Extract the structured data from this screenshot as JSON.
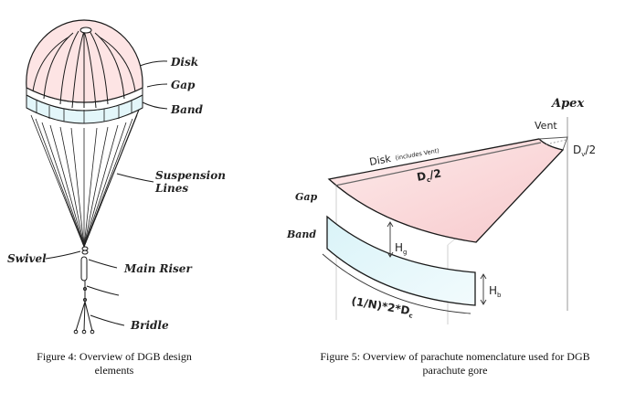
{
  "figure4": {
    "labels": {
      "disk": "Disk",
      "gap": "Gap",
      "band": "Band",
      "suspension_lines_1": "Suspension",
      "suspension_lines_2": "Lines",
      "swivel": "Swivel",
      "main_riser": "Main Riser",
      "bridle": "Bridle"
    },
    "caption_line1": "Figure 4: Overview of DGB design",
    "caption_line2": "elements"
  },
  "figure5": {
    "labels": {
      "apex": "Apex",
      "vent": "Vent",
      "vent_radius": "D",
      "vent_radius_sub": "v",
      "vent_radius_suffix": "/2",
      "disk": "Disk",
      "disk_note": "(includes Vent)",
      "disk_radius": "D",
      "disk_radius_sub": "c",
      "disk_radius_suffix": "/2",
      "gap": "Gap",
      "band": "Band",
      "gap_height": "H",
      "gap_height_sub": "g",
      "band_height": "H",
      "band_height_sub": "b",
      "band_width": "(1/N)*2*D",
      "band_width_sub": "c"
    },
    "caption_line1": "Figure 5: Overview of parachute nomenclature used for DGB",
    "caption_line2": "parachute gore"
  },
  "colors": {
    "disk_fill": "#fde4e4",
    "band_fill": "#e3f6fa",
    "line": "#1a1a1a"
  }
}
